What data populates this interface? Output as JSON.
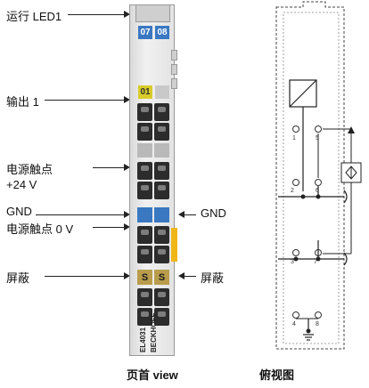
{
  "labels": {
    "run_led": "运行 LED1",
    "output1": "输出 1",
    "power_contact_24v_line1": "电源触点",
    "power_contact_24v_line2": "+24 V",
    "gnd_left": "GND",
    "power_contact_0v": "电源触点 0 V",
    "gnd_right": "GND",
    "shield_left": "屏蔽",
    "shield_right": "屏蔽"
  },
  "module": {
    "led_top_left": "07",
    "led_top_right": "08",
    "led_output": "01",
    "shield_symbol": "S",
    "model": "EL4031",
    "brand": "BECKHOFF"
  },
  "captions": {
    "front": "页首 view",
    "top": "俯视图"
  },
  "schematic_pins": {
    "p1": "1",
    "p5": "5",
    "p2": "2",
    "p6": "6",
    "p3": "3",
    "p7": "7",
    "p4": "4",
    "p8": "8"
  },
  "colors": {
    "led_blue": "#3a78c2",
    "led_yellow": "#d8cc2a",
    "gnd_blue": "#3a78c2",
    "shield_gold": "#b99d4c",
    "orange_tab": "#f0b61a"
  }
}
